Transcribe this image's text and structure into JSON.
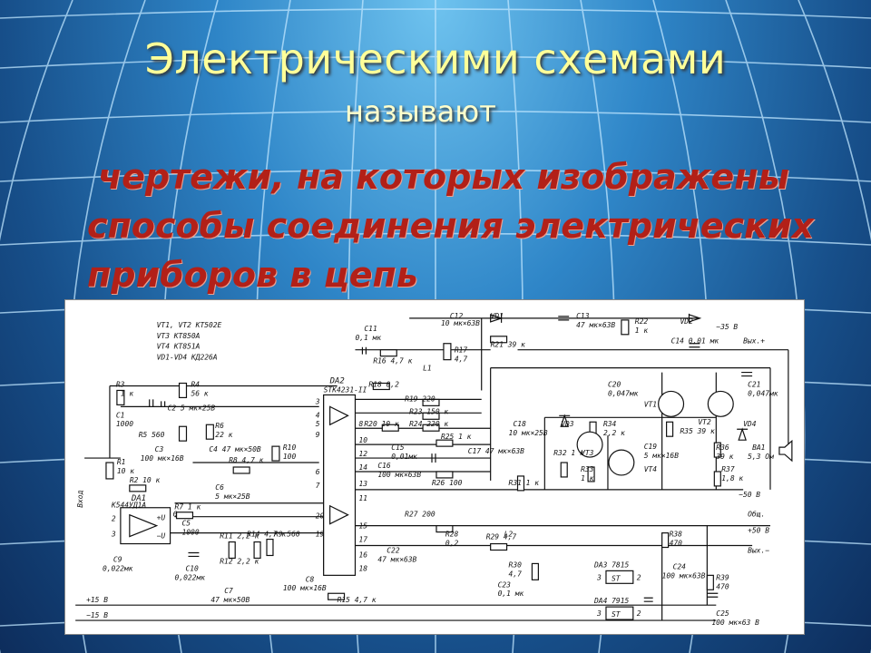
{
  "slide": {
    "title": "Электрическими схемами",
    "subtitle": "называют",
    "definition_lines": [
      "чертежи, на которых изображены",
      "способы соединения электрических",
      "приборов в цепь"
    ]
  },
  "schematic": {
    "transistor_list": [
      "VT1, VT2 KT502E",
      "VT3 KT850A",
      "VT4 KT851A",
      "VD1-VD4 KД226A"
    ],
    "labels": {
      "da2": "DA2",
      "da2_part": "STK4231-II",
      "da1": "DA1",
      "da1_part": "K544УД1A",
      "da3": "DA3 7815",
      "da4": "DA4 7915",
      "vd1": "VD1",
      "vd2": "VD2",
      "vd3": "VD3",
      "vd4": "VD4",
      "vt1": "VT1",
      "vt2": "VT2",
      "vt3": "VT3",
      "vt4": "VT4",
      "ba1": "BA1",
      "ba1_val": "5,3 Ом",
      "l1": "L1",
      "l2": "L2",
      "c11": "C11",
      "c11_val": "0,1 мк",
      "c12": "C12",
      "c12_val": "10 мк×63В",
      "c13": "C13",
      "c13_val": "47 мк×63В",
      "c14": "C14 0,01 мк",
      "c20": "C20",
      "c20_val": "0,047мк",
      "c21": "C21",
      "c21_val": "0,047мк",
      "c18": "C18",
      "c18_val": "10 мк×25В",
      "c19": "C19",
      "c19_val": "5 мк×16В",
      "c1": "C1",
      "c1_val": "1000",
      "c2": "C2 5 мк×25В",
      "c3": "C3",
      "c3_val": "100 мк×16В",
      "c4": "C4 47 мк×50В",
      "c5": "C5",
      "c5_val": "1000",
      "c6": "C6",
      "c6_val": "5 мк×25В",
      "c7": "C7",
      "c7_val": "47 мк×50В",
      "c8": "C8",
      "c8_val": "100 мк×16В",
      "c9": "C9",
      "c9_val": "0,022мк",
      "c10": "C10",
      "c10_val": "0,022мк",
      "c15": "C15",
      "c15_val": "0,01мк",
      "c16": "C16",
      "c16_val": "100 мк×63В",
      "c17": "C17 47 мк×63В",
      "c22": "C22",
      "c22_val": "47 мк×63В",
      "c23": "C23",
      "c23_val": "0,1 мк",
      "c24": "C24",
      "c24_val": "100 мк×63В",
      "c25": "C25",
      "c25_val": "100 мк×63 В",
      "r1": "R1",
      "r1_val": "10 к",
      "r2": "R2 10 к",
      "r3": "R3",
      "r3_val": "1 к",
      "r4": "R4",
      "r4_val": "56 к",
      "r5": "R5 560",
      "r6": "R6",
      "r6_val": "22 к",
      "r7": "R7 1 к",
      "r8": "R8 4,7 к",
      "r9": "R9 560",
      "r10": "R10",
      "r10_val": "100",
      "r11": "R11 2,2 к",
      "r12": "R12 2,2 к",
      "r13": "R13",
      "r13_val": "4,7 к",
      "r14": "R14 4,7 к",
      "r15": "R15 4,7 к",
      "r16": "R16 4,7 к",
      "r17": "R17",
      "r17_val": "4,7",
      "r18": "R18 0,2",
      "r19": "R19 220",
      "r20": "R20 10 к",
      "r21": "R21 39 к",
      "r22": "R22",
      "r22_val": "1 к",
      "r23": "R23 150 к",
      "r24": "R24 220 к",
      "r25": "R25 1 к",
      "r26": "R26 100",
      "r27": "R27 200",
      "r28": "R28",
      "r28_val": "0,2",
      "r29": "R29 4,7",
      "r30": "R30",
      "r30_val": "4,7",
      "r31": "R31 1 к",
      "r32": "R32 1 к",
      "r33": "R33",
      "r33_val": "1 к",
      "r34": "R34",
      "r34_val": "2,2 к",
      "r35": "R35 39 к",
      "r36": "R36",
      "r36_val": "39 к",
      "r37": "R37",
      "r37_val": "1,8 к",
      "r38": "R38",
      "r38_val": "470",
      "r39": "R39",
      "r39_val": "470",
      "pin3": "3",
      "pin4": "4",
      "pin5": "5",
      "pin6": "6",
      "pin7": "7",
      "pin8": "8",
      "pin9": "9",
      "pin10": "10",
      "pin11": "11",
      "pin12": "12",
      "pin13": "13",
      "pin14": "14",
      "pin15": "15",
      "pin16": "16",
      "pin17": "17",
      "pin18": "18",
      "pin19": "19",
      "pin20": "20",
      "da1_pin2": "2",
      "da1_pin3": "3",
      "da1_pin6": "6",
      "reg_in": "3",
      "reg_out": "2",
      "reg_in2": "3",
      "reg_out2": "2",
      "minus35": "~35 В",
      "out_plus": "Вых.+",
      "out_minus": "Вых.−",
      "minus50": "−50 В",
      "plus50": "+50 В",
      "common": "Общ.",
      "plus15": "+15 В",
      "minus15": "−15 В",
      "input": "Вход",
      "plus_u": "+U",
      "minus_u": "−U",
      "st": "ST"
    }
  }
}
